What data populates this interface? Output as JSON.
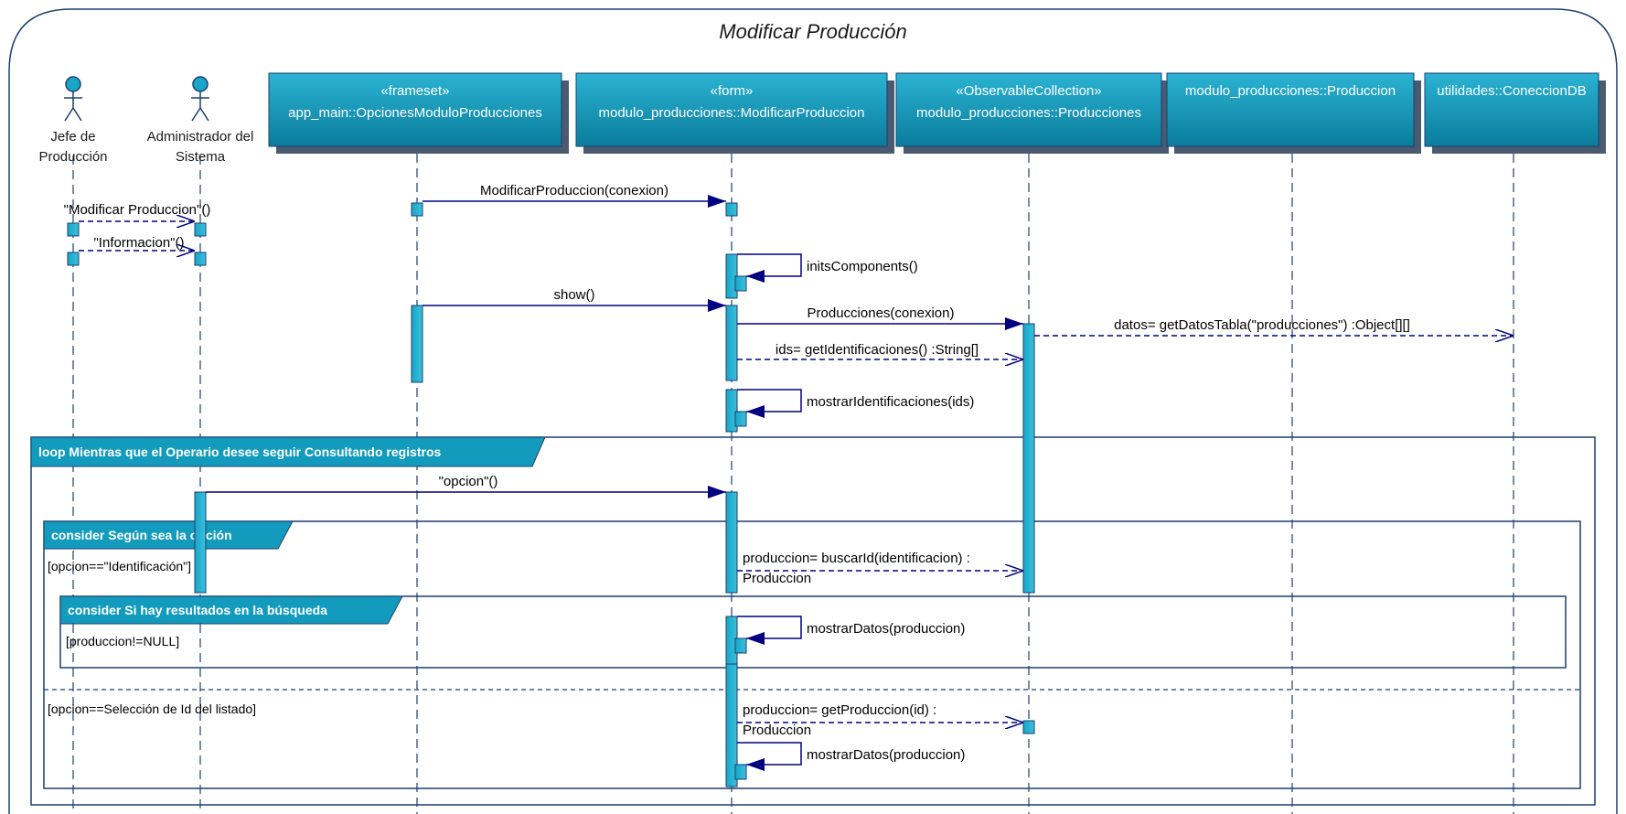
{
  "diagram": {
    "title": "Modificar Producción",
    "colors": {
      "frame_border": "#1b3f6e",
      "header_top": "#21a9c9",
      "header_bottom": "#0f7f9f",
      "activation": "#1eaed0",
      "message": "#000080",
      "lifeline": "#1b3f6e",
      "fragment_label": "#139bbd"
    },
    "actors": [
      {
        "id": "jefe",
        "name_lines": [
          "Jefe de",
          "Producción"
        ],
        "icon": "actor-stick-figure-icon"
      },
      {
        "id": "admin",
        "name_lines": [
          "Administrador del",
          "Sistema"
        ],
        "icon": "actor-stick-figure-icon"
      }
    ],
    "objects": [
      {
        "id": "opciones",
        "stereotype": "«frameset»",
        "name": "app_main::OpcionesModuloProducciones"
      },
      {
        "id": "form",
        "stereotype": "«form»",
        "name": "modulo_producciones::ModificarProduccion"
      },
      {
        "id": "producciones",
        "stereotype": "«ObservableCollection»",
        "name": "modulo_producciones::Producciones"
      },
      {
        "id": "produccion",
        "stereotype": "",
        "name": "modulo_producciones::Produccion"
      },
      {
        "id": "conexion",
        "stereotype": "",
        "name": "utilidades::ConeccionDB"
      }
    ],
    "messages": [
      {
        "id": "m1",
        "label_lines": [
          "ModificarProduccion(conexion)"
        ],
        "kind": "call"
      },
      {
        "id": "m2",
        "label_lines": [
          "\"Modificar Produccion\"()"
        ],
        "kind": "return"
      },
      {
        "id": "m3",
        "label_lines": [
          "\"Informacion\"()"
        ],
        "kind": "return"
      },
      {
        "id": "m4",
        "label_lines": [
          "initsComponents()"
        ],
        "kind": "self"
      },
      {
        "id": "m5",
        "label_lines": [
          "show()"
        ],
        "kind": "call"
      },
      {
        "id": "m6",
        "label_lines": [
          "Producciones(conexion)"
        ],
        "kind": "call"
      },
      {
        "id": "m7",
        "label_lines": [
          "datos= getDatosTabla(\"producciones\") :Object[][]"
        ],
        "kind": "return"
      },
      {
        "id": "m8",
        "label_lines": [
          "ids= getIdentificaciones() :String[]"
        ],
        "kind": "return"
      },
      {
        "id": "m9",
        "label_lines": [
          "mostrarIdentificaciones(ids)"
        ],
        "kind": "self"
      },
      {
        "id": "m10",
        "label_lines": [
          "\"opcion\"()"
        ],
        "kind": "call"
      },
      {
        "id": "m11",
        "label_lines": [
          "produccion= buscarId(identificacion) :",
          "Produccion"
        ],
        "kind": "return"
      },
      {
        "id": "m12",
        "label_lines": [
          "mostrarDatos(produccion)"
        ],
        "kind": "self"
      },
      {
        "id": "m13",
        "label_lines": [
          "produccion= getProduccion(id) :",
          "Produccion"
        ],
        "kind": "return"
      },
      {
        "id": "m14",
        "label_lines": [
          "mostrarDatos(produccion)"
        ],
        "kind": "self"
      }
    ],
    "fragments": [
      {
        "id": "loop",
        "label": "loop Mientras que el Operario desee seguir Consultando registros"
      },
      {
        "id": "consider1",
        "label": "consider Según sea la opción",
        "guards": [
          "[opcion==\"Identificación\"]",
          "[opcion==Selección de Id del listado]"
        ]
      },
      {
        "id": "consider2",
        "label": "consider Si hay resultados en la búsqueda",
        "guards": [
          "[produccion!=NULL]"
        ]
      }
    ]
  }
}
